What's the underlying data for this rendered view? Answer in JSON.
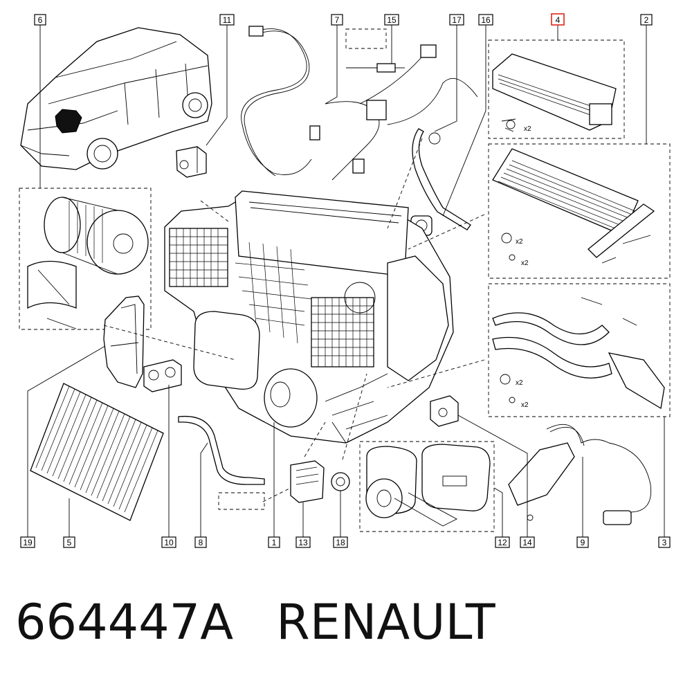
{
  "footer": {
    "part_code": "664447A",
    "brand": "RENAULT"
  },
  "callouts": [
    {
      "id": "6",
      "label": "6"
    },
    {
      "id": "11",
      "label": "11"
    },
    {
      "id": "7",
      "label": "7"
    },
    {
      "id": "15",
      "label": "15"
    },
    {
      "id": "17",
      "label": "17"
    },
    {
      "id": "16",
      "label": "16"
    },
    {
      "id": "4",
      "label": "4",
      "highlighted": true
    },
    {
      "id": "2",
      "label": "2"
    },
    {
      "id": "19",
      "label": "19"
    },
    {
      "id": "5",
      "label": "5"
    },
    {
      "id": "10",
      "label": "10"
    },
    {
      "id": "8",
      "label": "8"
    },
    {
      "id": "1",
      "label": "1"
    },
    {
      "id": "13",
      "label": "13"
    },
    {
      "id": "18",
      "label": "18"
    },
    {
      "id": "12",
      "label": "12"
    },
    {
      "id": "14",
      "label": "14"
    },
    {
      "id": "9",
      "label": "9"
    },
    {
      "id": "3",
      "label": "3"
    }
  ],
  "quantity_notes": {
    "screws_4": "x2",
    "rings_2": "x2",
    "screws_2": "x2",
    "rings_3": "x2",
    "screws_3": "x2"
  },
  "colors": {
    "line": "#000000",
    "highlight": "#e0241b",
    "background": "#ffffff"
  }
}
